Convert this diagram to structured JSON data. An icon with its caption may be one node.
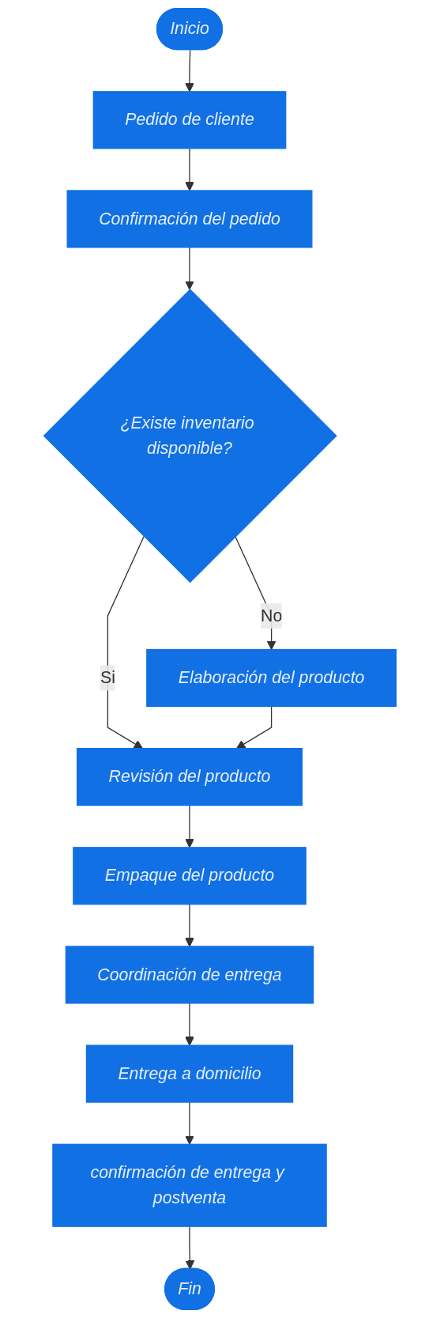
{
  "diagram": {
    "nodes": [
      {
        "text": [
          "Inicio"
        ]
      },
      {
        "text": [
          "Pedido de cliente"
        ]
      },
      {
        "text": [
          "Confirmación del pedido"
        ]
      },
      {
        "text": [
          "¿Existe inventario disponible?"
        ]
      },
      {
        "text": [
          "Elaboración del producto"
        ]
      },
      {
        "text": [
          "Revisión del producto"
        ]
      },
      {
        "text": [
          "Empaque del producto"
        ]
      },
      {
        "text": [
          "Coordinación de entrega"
        ]
      },
      {
        "text": [
          "Entrega a domicilio"
        ]
      },
      {
        "text": [
          "confirmación de entrega y postventa"
        ]
      },
      {
        "text": [
          "Fin"
        ]
      }
    ],
    "edges": [
      {
        "from": 0,
        "to": 1,
        "arrow": "to"
      },
      {
        "from": 1,
        "to": 2,
        "arrow": "to"
      },
      {
        "from": 2,
        "to": 3,
        "arrow": "to"
      },
      {
        "from": 3,
        "to": 4,
        "label": "No",
        "arrow": "to"
      },
      {
        "from": 3,
        "to": 5,
        "label": "Si",
        "arrow": "to"
      },
      {
        "from": 4,
        "to": 5,
        "arrow": "to"
      },
      {
        "from": 5,
        "to": 6,
        "arrow": "to"
      },
      {
        "from": 6,
        "to": 7,
        "arrow": "to"
      },
      {
        "from": 7,
        "to": 8,
        "arrow": "to"
      },
      {
        "from": 8,
        "to": 9,
        "arrow": "to"
      },
      {
        "from": 9,
        "to": 10,
        "arrow": "to"
      }
    ]
  }
}
